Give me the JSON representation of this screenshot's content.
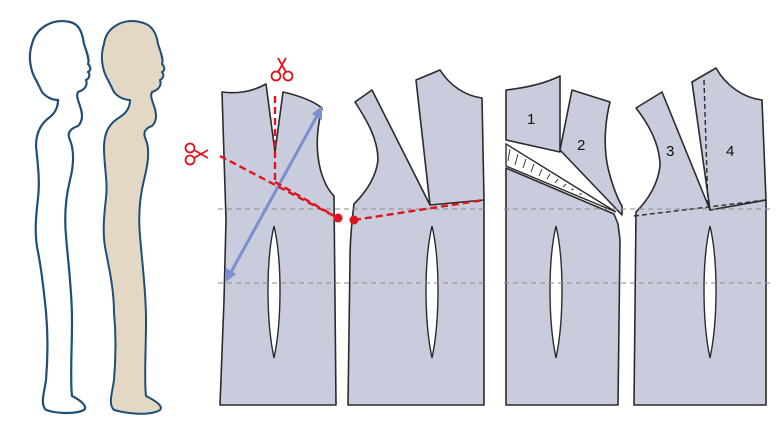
{
  "colors": {
    "pattern_fill": "#c9ccdc",
    "pattern_stroke": "#2b2b2b",
    "figure_outline": "#1f4e79",
    "figure_fill": "#e2d8c4",
    "cut_line": "#e0141e",
    "measure_arrow": "#7b8fcf",
    "guide_line": "#8a8a8a"
  },
  "icons": [
    "scissors-icon",
    "scissors-icon"
  ],
  "pieces": {
    "labels": [
      "1",
      "2",
      "3",
      "4"
    ]
  }
}
